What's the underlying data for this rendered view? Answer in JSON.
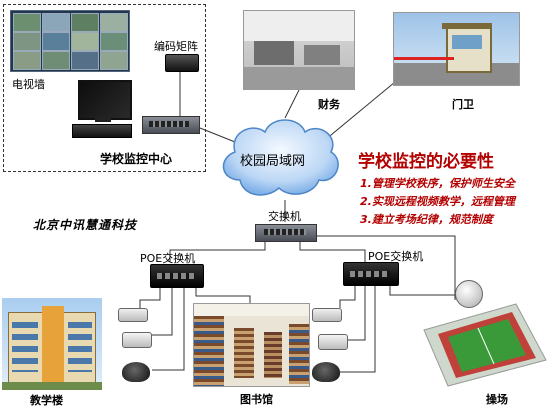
{
  "control_center": {
    "title": "学校监控中心",
    "tv_wall_label": "电视墙",
    "matrix_label": "编码矩阵"
  },
  "network": {
    "lan_label": "校园局域网",
    "switch_label": "交换机",
    "poe_left_label": "POE交换机",
    "poe_right_label": "POE交换机"
  },
  "locations": {
    "finance": "财务",
    "gate": "门卫",
    "teaching": "教学楼",
    "library": "图书馆",
    "playground": "操场"
  },
  "company": "北京中讯慧通科技",
  "necessity": {
    "title": "学校监控的必要性",
    "reasons": [
      "1.管理学校秩序，保护师生安全",
      "2.实现远程视频教学，远程管理",
      "3.建立考场纪律，规范制度"
    ]
  },
  "colors": {
    "title_red": "#b30000",
    "cloud_blue": "#7fb0e8",
    "field_green": "#3a9a3a",
    "track_red": "#c0403a"
  }
}
